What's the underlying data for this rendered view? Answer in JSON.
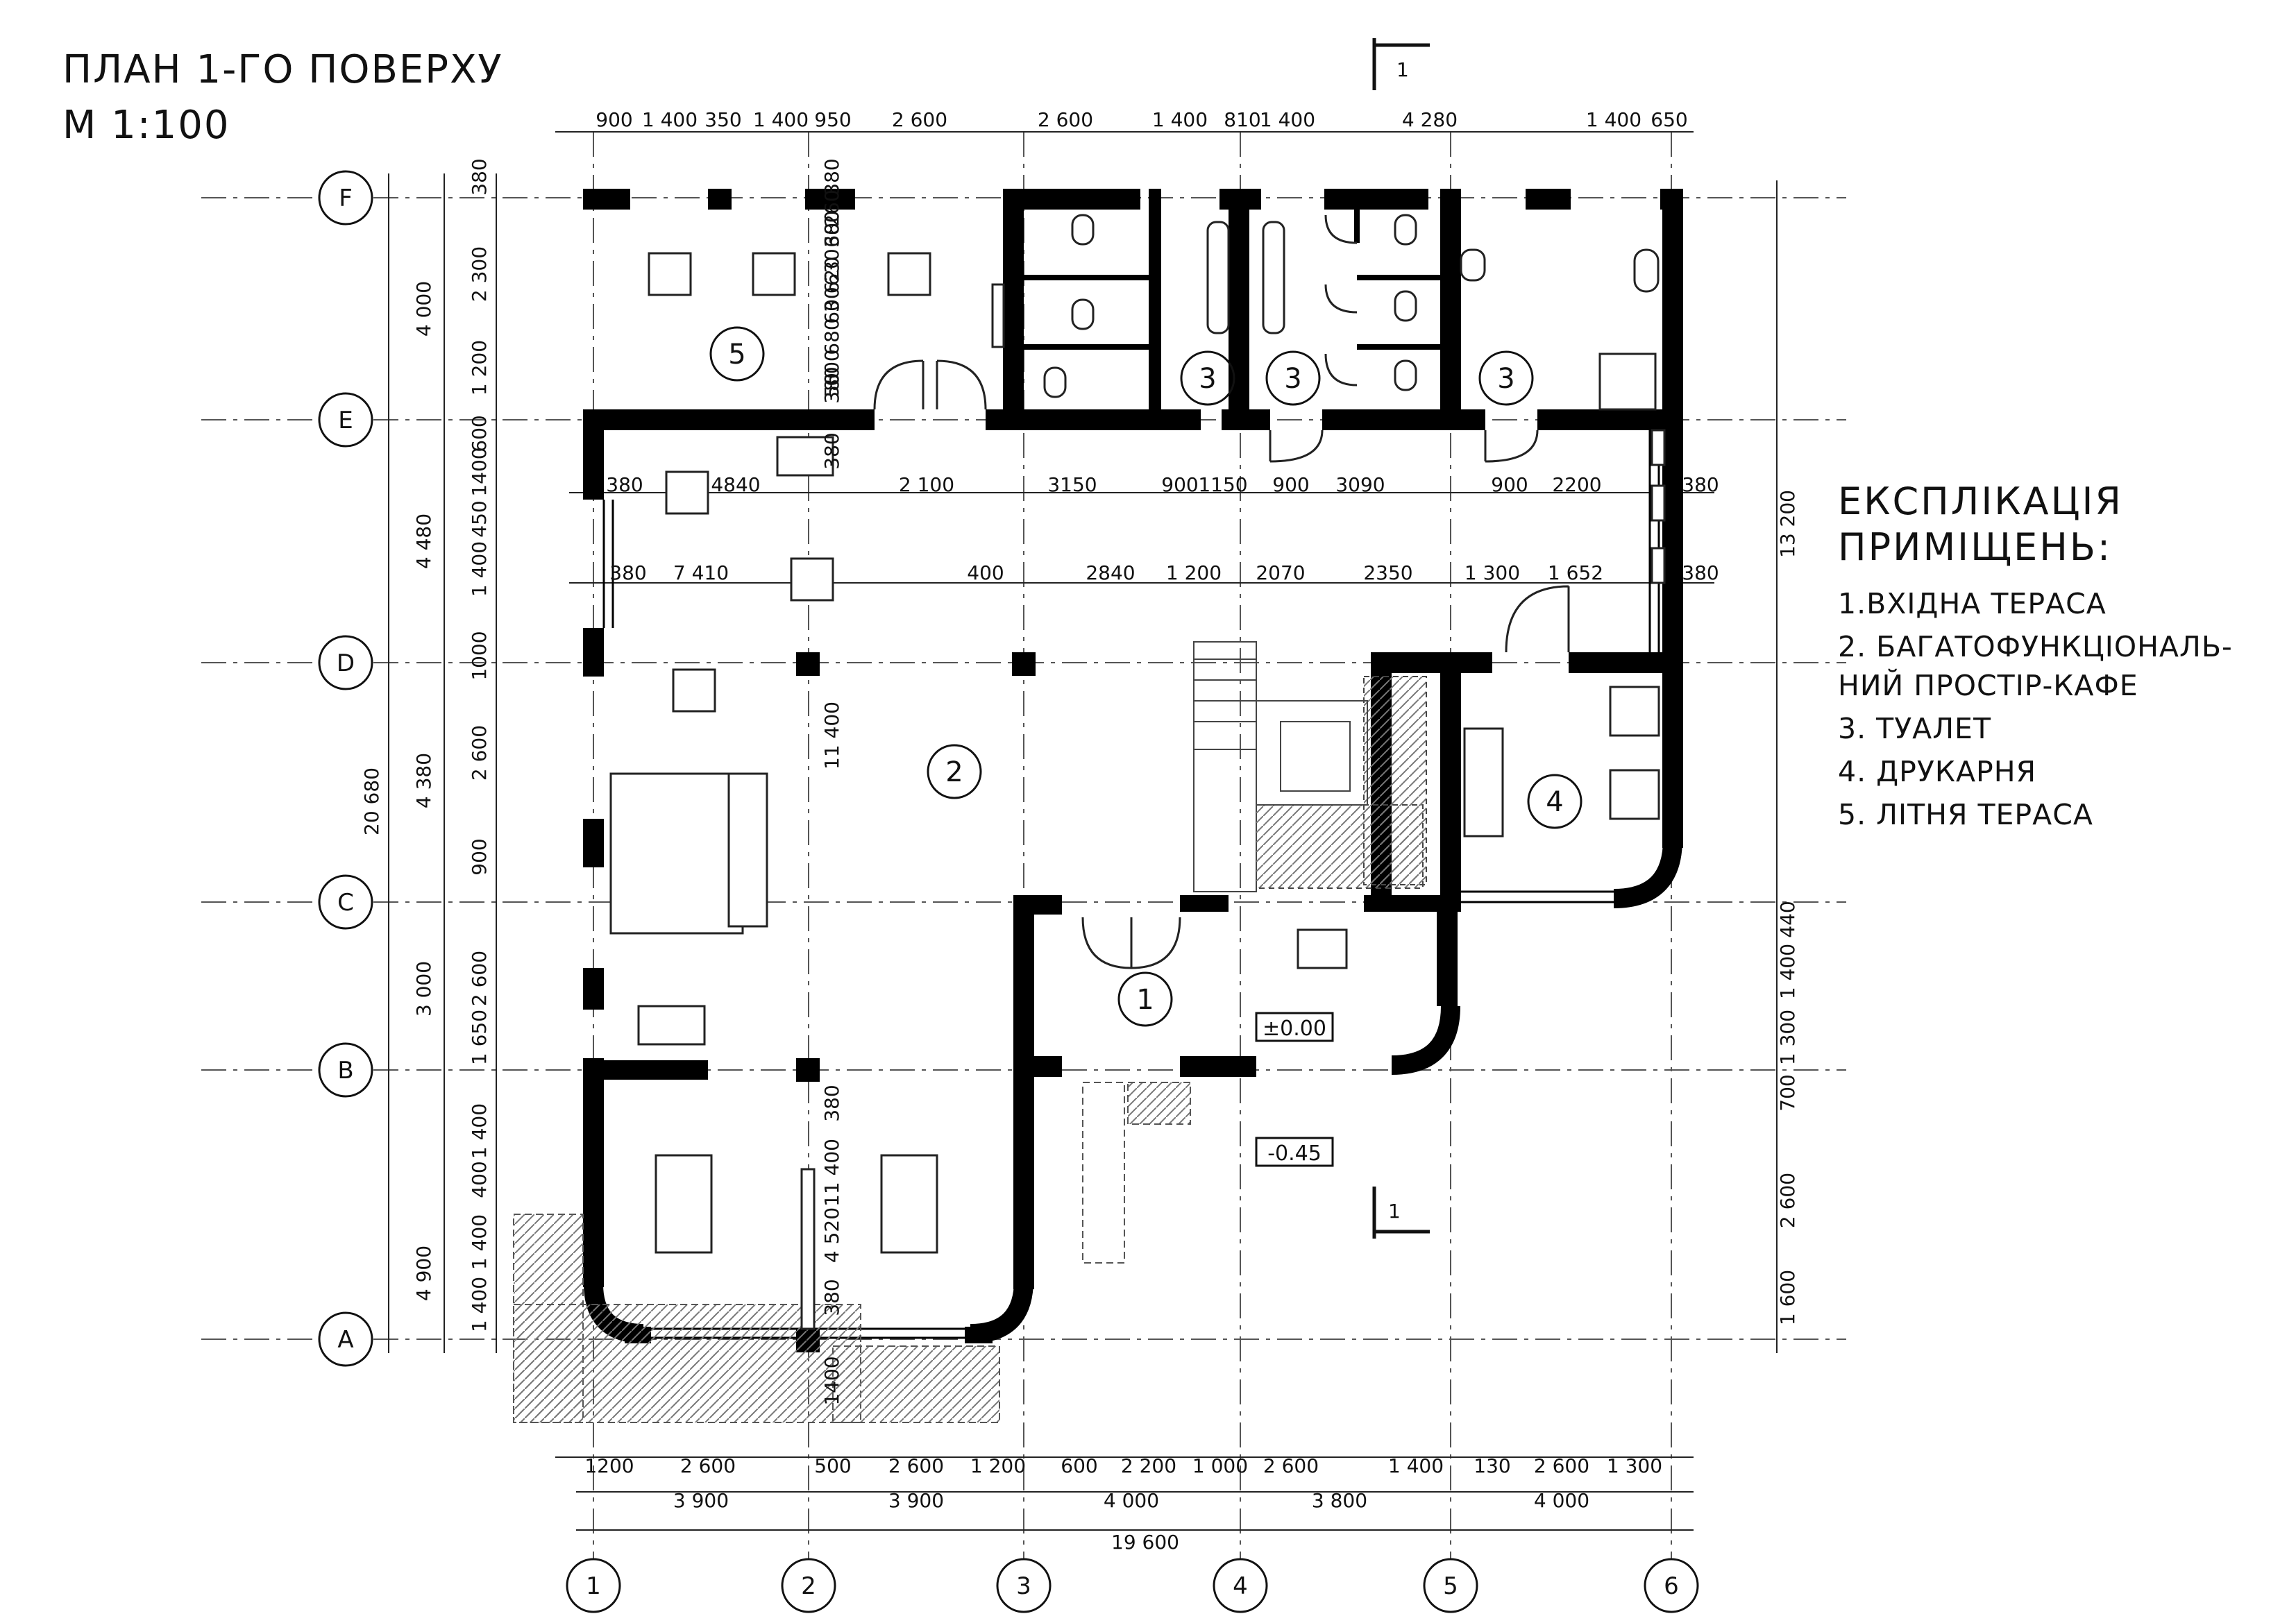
{
  "title": {
    "line1": "ПЛАН 1-ГО ПОВЕРХУ",
    "line2": "М 1:100"
  },
  "legend": {
    "heading1": "ЕКСПЛІКАЦІЯ",
    "heading2": "ПРИМІЩЕНЬ:",
    "items": [
      "1.ВХІДНА ТЕРАСА",
      "2. БАГАТОФУНКЦІОНАЛЬ-",
      "НИЙ ПРОСТІР-КАФЕ",
      "3. ТУАЛЕТ",
      "4. ДРУКАРНЯ",
      "5. ЛІТНЯ ТЕРАСА"
    ]
  },
  "axes": {
    "columns": [
      "1",
      "2",
      "3",
      "4",
      "5",
      "6"
    ],
    "rows": [
      "F",
      "E",
      "D",
      "C",
      "B",
      "A"
    ]
  },
  "rooms": [
    "1",
    "2",
    "3",
    "3",
    "3",
    "4",
    "5"
  ],
  "levels": [
    "±0.00",
    "-0.45"
  ],
  "section_mark": "1",
  "dims": {
    "top": [
      "900",
      "1 400",
      "350",
      "1 400",
      "950",
      "2 600",
      "2 600",
      "1 400",
      "810",
      "1 400",
      "4 280",
      "1 400",
      "650"
    ],
    "bottom1": [
      "1200",
      "2 600",
      "500",
      "2 600",
      "1 200",
      "600",
      "2 200",
      "1 000",
      "2 600",
      "1 400",
      "130",
      "2 600",
      "1 300"
    ],
    "bottom2": [
      "3 900",
      "3 900",
      "4 000",
      "3 800",
      "4 000"
    ],
    "total": "19 600",
    "left_outer": [
      "4 000",
      "4 480",
      "4 380",
      "3 000",
      "4 900"
    ],
    "left_total": "20 680",
    "left_inner": [
      "380",
      "2 300",
      "1 200",
      "600",
      "1400",
      "450",
      "1 400",
      "1000",
      "2 600",
      "900",
      "2 600",
      "1 650",
      "1 400",
      "400",
      "1 400",
      "1 400"
    ],
    "right": [
      "13 200",
      "440",
      "1 400",
      "1 300",
      "700",
      "2 600",
      "1 600"
    ],
    "row1": [
      "380",
      "4840",
      "2 100",
      "3150",
      "900",
      "1150",
      "900",
      "3090",
      "900",
      "2200",
      "380"
    ],
    "row2": [
      "380",
      "7 410",
      "400",
      "2840",
      "1 200",
      "2070",
      "2350",
      "1 300",
      "1 652",
      "380"
    ],
    "vert": [
      "3 620",
      "380",
      "11 400",
      "11 400",
      "4 520",
      "380",
      "1400",
      "380",
      "630",
      "600",
      "600",
      "680",
      "50",
      "600",
      "380",
      "260",
      "380",
      "380"
    ]
  },
  "colors": {
    "wall": "#000000",
    "line": "#222222",
    "dash": "#555555",
    "hatch": "#777777"
  }
}
